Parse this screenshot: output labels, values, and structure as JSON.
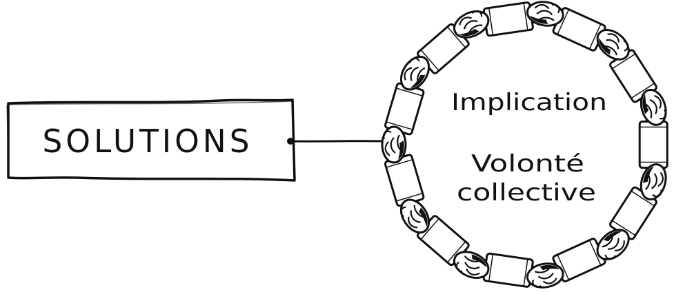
{
  "diagram": {
    "box": {
      "label": "SOLUTIONS"
    },
    "circle": {
      "lines": [
        "Implication",
        "Volonté",
        "collective"
      ],
      "hand_icon": "handshake-icon",
      "arm_count": 11
    },
    "connector": {
      "style": "line-with-dot"
    },
    "colors": {
      "ink": "#111111",
      "paper": "#ffffff"
    }
  }
}
